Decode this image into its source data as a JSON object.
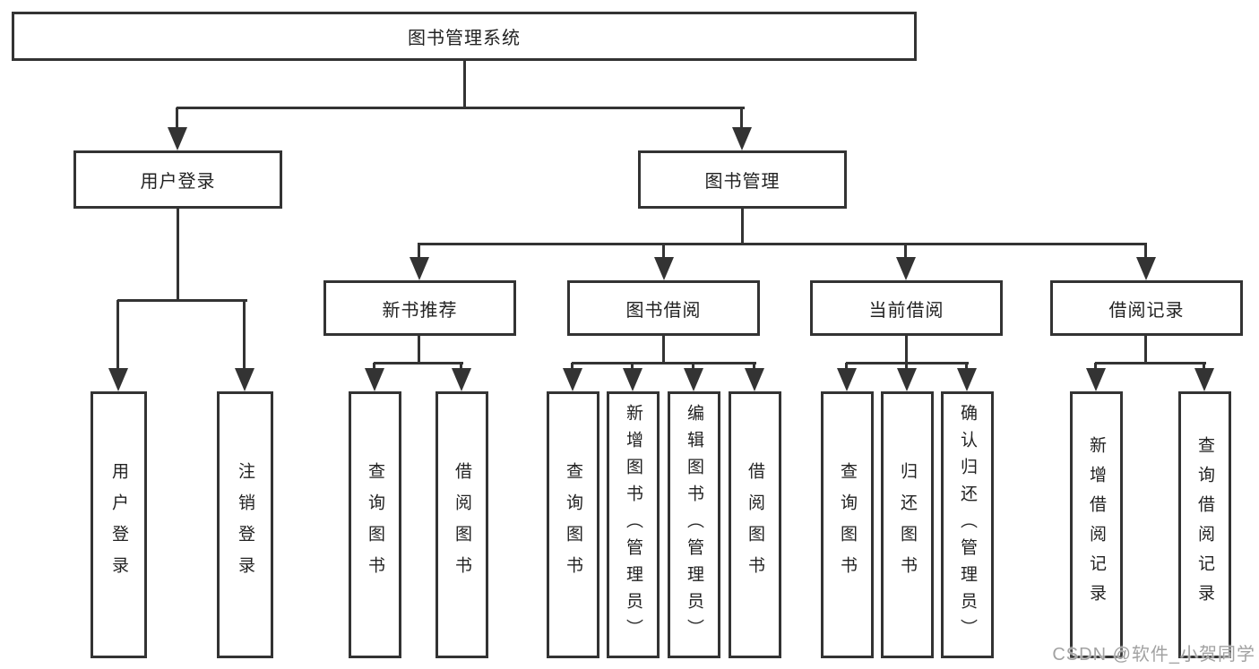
{
  "diagram": {
    "root": "图书管理系统",
    "level2": {
      "user_login": "用户登录",
      "book_management": "图书管理"
    },
    "level3": {
      "new_book_recommend": "新书推荐",
      "book_borrowing": "图书借阅",
      "current_borrowing": "当前借阅",
      "borrowing_records": "借阅记录"
    },
    "leaves": {
      "user_login": "用户登录",
      "logout": "注销登录",
      "query_books_1": "查询图书",
      "borrow_books_1": "借阅图书",
      "query_books_2": "查询图书",
      "add_books_admin": "新增图书（管理员）",
      "edit_books_admin": "编辑图书（管理员）",
      "borrow_books_2": "借阅图书",
      "query_books_3": "查询图书",
      "return_books": "归还图书",
      "confirm_return_admin": "确认归还（管理员）",
      "add_borrow_record": "新增借阅记录",
      "query_borrow_record": "查询借阅记录"
    }
  },
  "watermark": "CSDN @软件_小贺同学",
  "colors": {
    "line": "#333333",
    "box_border": "#333333",
    "box_fill": "#ffffff",
    "text": "#222222",
    "watermark": "#a2a2a2"
  }
}
